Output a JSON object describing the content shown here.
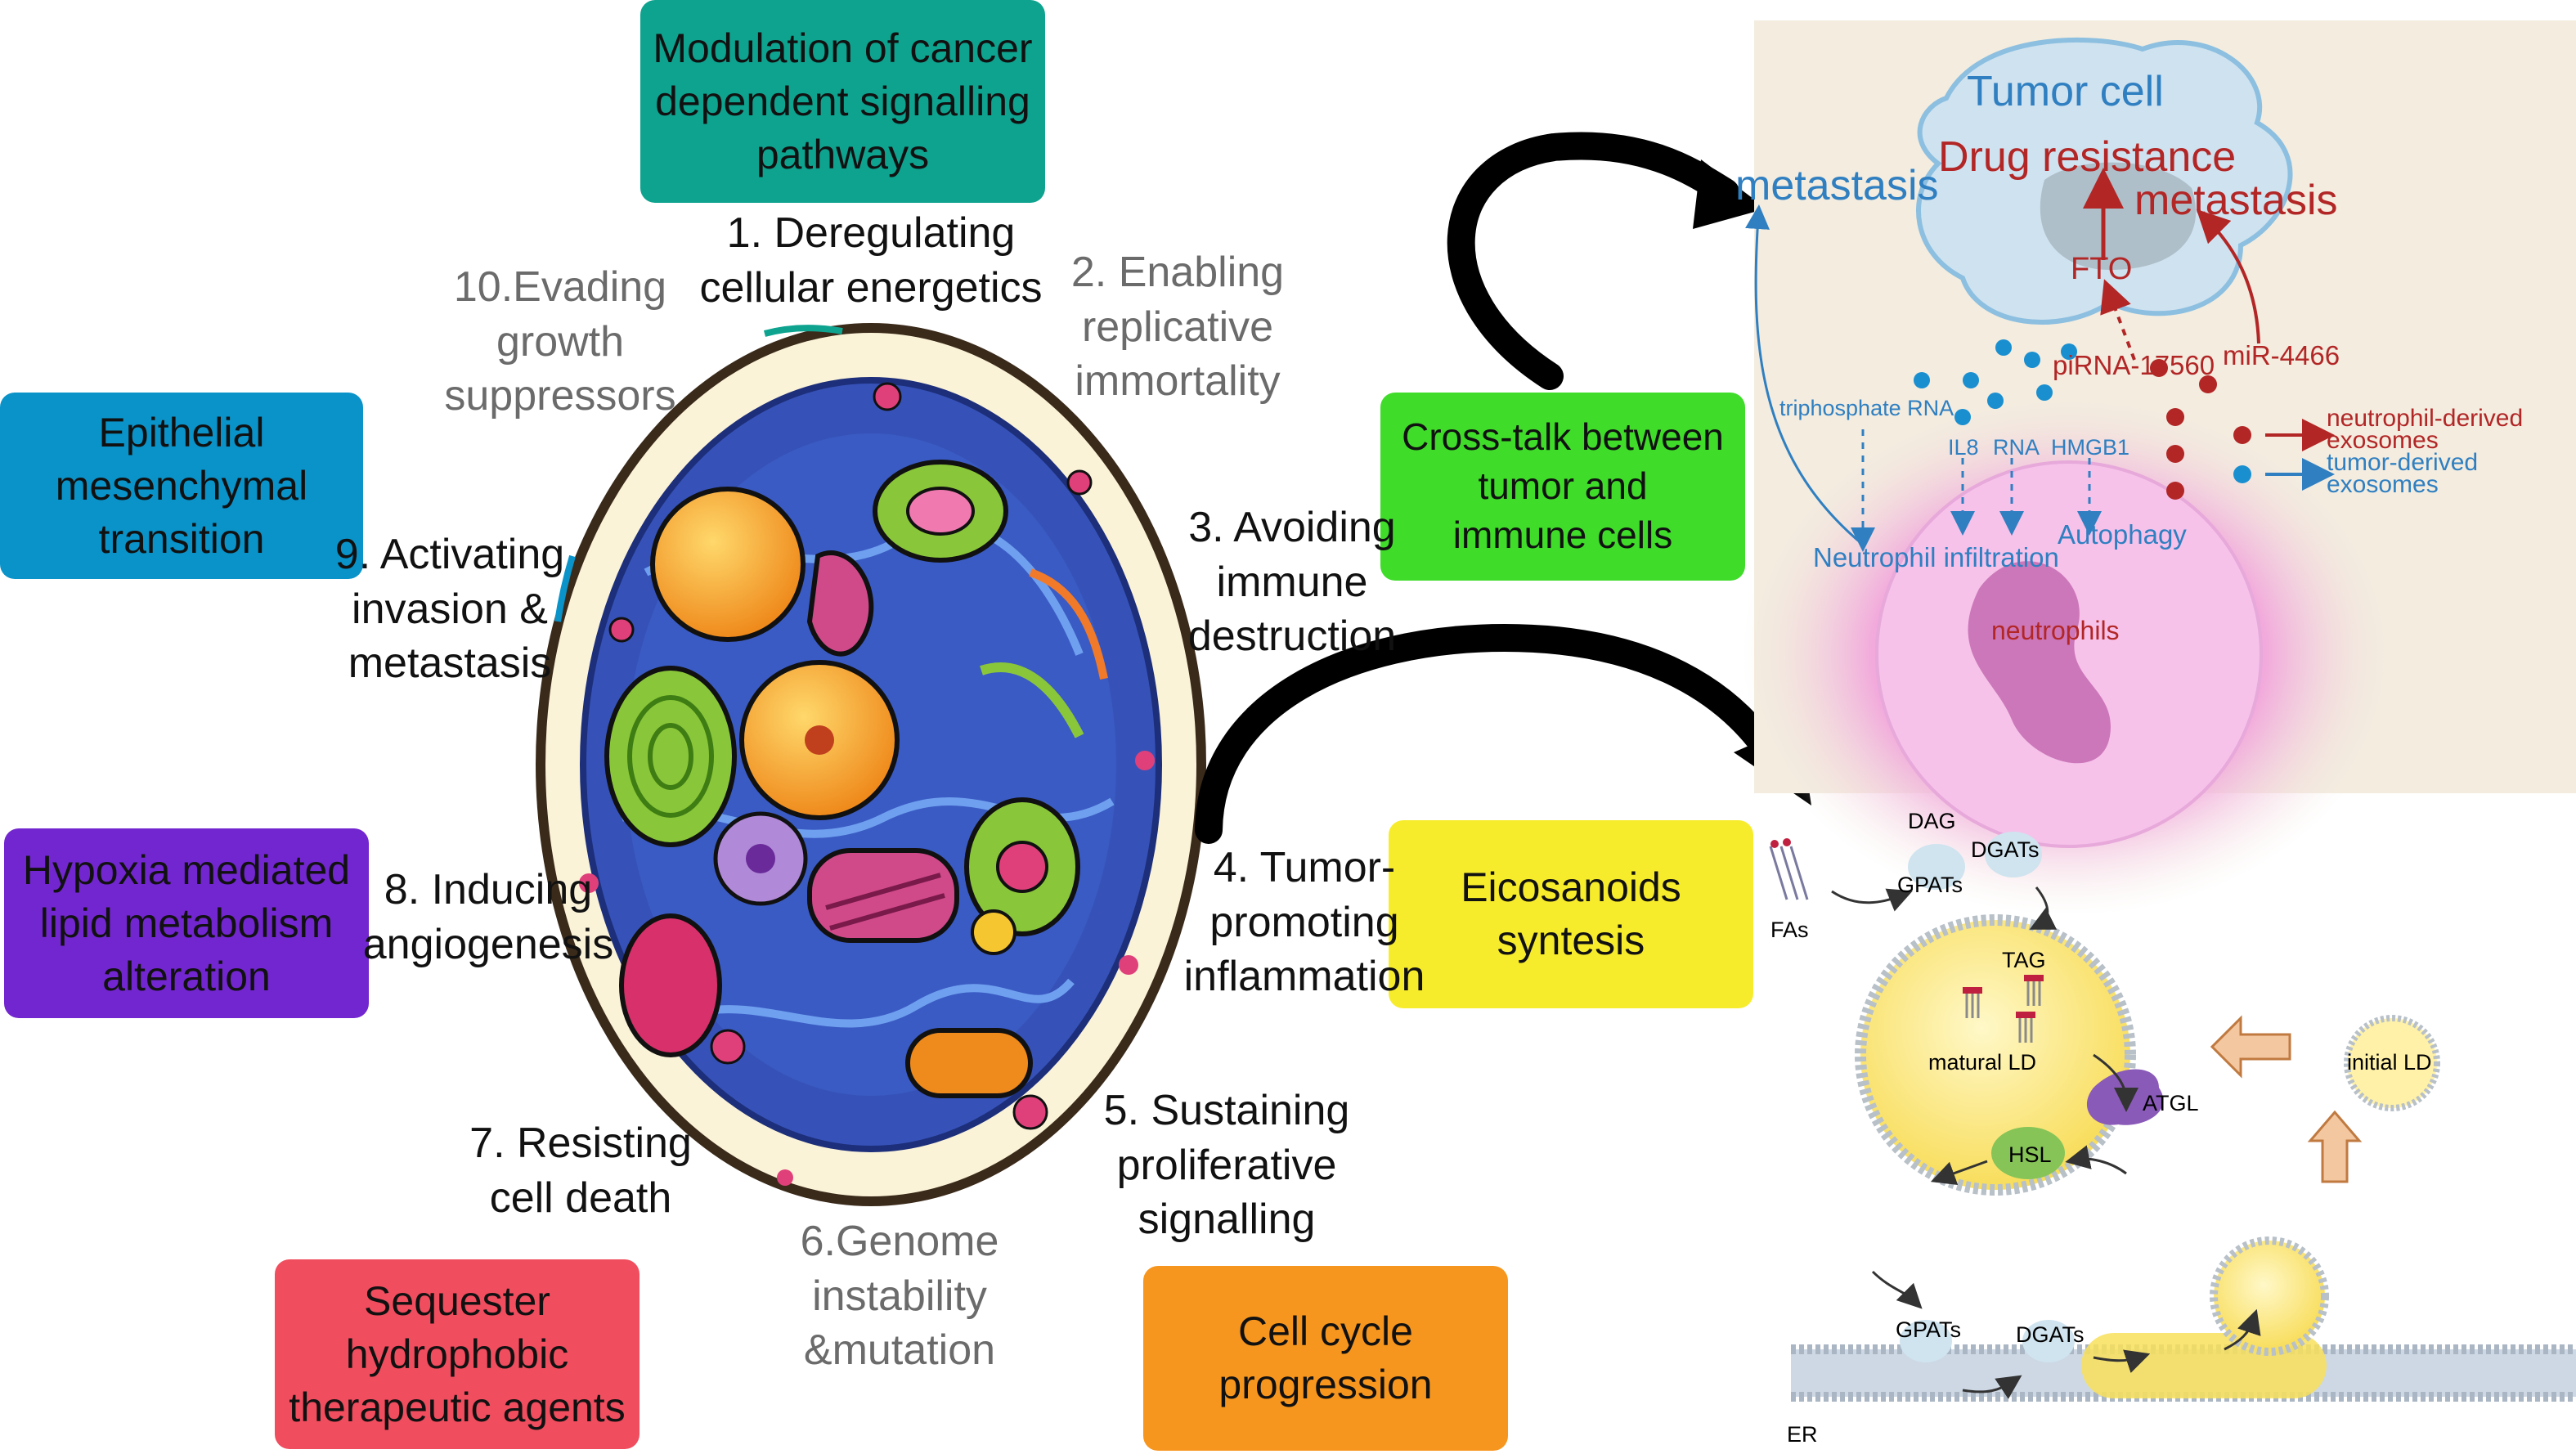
{
  "center_boxes": {
    "modulation": "Modulation of cancer\ndependent signalling\npathways",
    "emt": "Epithelial\nmesenchymal\ntransition",
    "hypoxia": "Hypoxia mediated\nlipid metabolism\nalteration",
    "sequester": "Sequester\nhydrophobic\ntherapeutic agents",
    "cell_cycle": "Cell cycle\nprogression",
    "crosstalk": "Cross-talk between\ntumor and\nimmune cells",
    "eicosanoids": "Eicosanoids\nsyntesis"
  },
  "hallmarks": {
    "h1": "1. Deregulating\ncellular energetics",
    "h2": "2. Enabling\nreplicative\nimmortality",
    "h3": "3. Avoiding\nimmune\ndestruction",
    "h4": "4. Tumor-\npromoting\ninflammation",
    "h5": "5. Sustaining\nproliferative\nsignalling",
    "h6": "6.Genome\ninstability\n&mutation",
    "h7": "7. Resisting\ncell death",
    "h8": "8. Inducing\nangiogenesis",
    "h9": "9. Activating\ninvasion &\nmetastasis",
    "h10": "10.Evading\ngrowth\nsuppressors"
  },
  "immune_panel": {
    "tumor_cell": "Tumor cell",
    "drug_resistance": "Drug resistance",
    "metastasis_left": "metastasis",
    "metastasis_right": "metastasis",
    "fto": "FTO",
    "pirna": "piRNA-17560",
    "mir": "miR-4466",
    "triphosphate": "triphosphate RNA",
    "il8": "IL8",
    "rna": "RNA",
    "hmgb1": "HMGB1",
    "neutrophil_infiltration": "Neutrophil infiltration",
    "autophagy": "Autophagy",
    "neutrophils": "neutrophils",
    "legend_neutrophil": "neutrophil-derived\nexosomes",
    "legend_tumor": "tumor-derived\nexosomes"
  },
  "lipid_panel": {
    "dag": "DAG",
    "dgats_top": "DGATs",
    "gpats_top": "GPATs",
    "fas": "FAs",
    "tag": "TAG",
    "matural_ld": "matural LD",
    "atgl": "ATGL",
    "hsl": "HSL",
    "initial_ld": "initial LD",
    "gpats_bottom": "GPATs",
    "dgats_bottom": "DGATs",
    "er": "ER"
  },
  "colors": {
    "modulation": "#0ea38f",
    "emt": "#0a93c9",
    "hypoxia": "#7226cf",
    "sequester": "#f04d5e",
    "cell_cycle": "#f7961e",
    "crosstalk": "#3fdc2a",
    "eicosanoids": "#f7ec2c",
    "panel_bg": "#f3ecdf",
    "tumor_blue": "#2f7fc1",
    "dark_red": "#b22626"
  }
}
